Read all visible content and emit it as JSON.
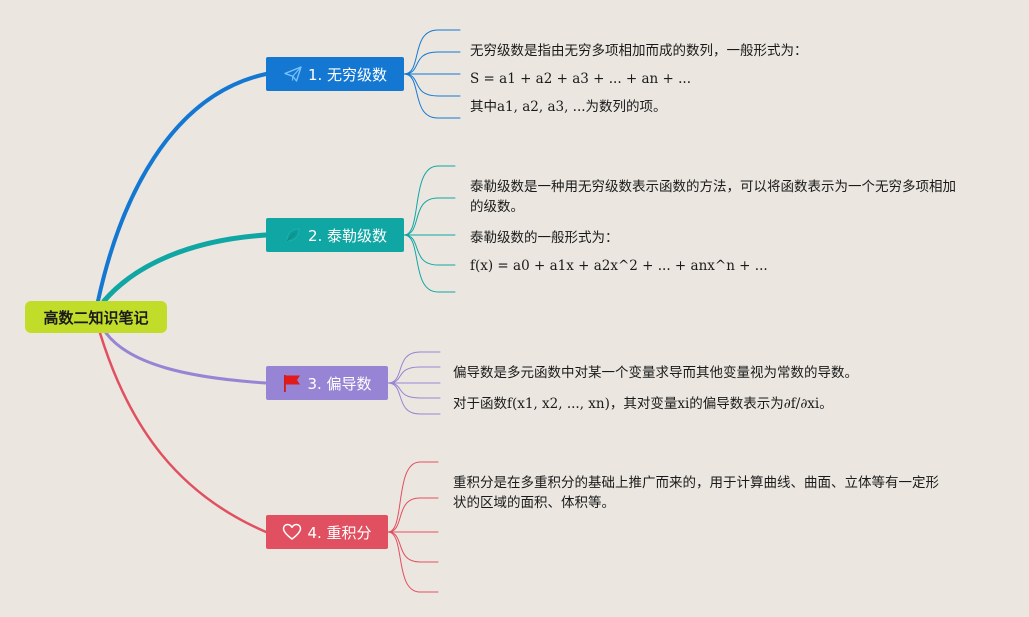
{
  "root": {
    "label": "高数二知识笔记",
    "color": "#c2dc2a"
  },
  "topics": [
    {
      "label": "1. 无穷级数",
      "icon": "paper-plane-icon",
      "color": "#1478d2",
      "notes": [
        "无穷级数是指由无穷多项相加而成的数列，一般形式为：",
        "S = a1 + a2 + a3 + ... + an + ...",
        "其中a1, a2, a3, ...为数列的项。"
      ]
    },
    {
      "label": "2. 泰勒级数",
      "icon": "leaf-icon",
      "color": "#10a6a3",
      "notes": [
        "泰勒级数是一种用无穷级数表示函数的方法，可以将函数表示为一个无穷多项相加的级数。",
        "泰勒级数的一般形式为：",
        "f(x) = a0 + a1x + a2x^2 + ... + anx^n + ..."
      ]
    },
    {
      "label": "3. 偏导数",
      "icon": "red-flag-icon",
      "color": "#9884d4",
      "notes": [
        "偏导数是多元函数中对某一个变量求导而其他变量视为常数的导数。",
        "对于函数f(x1, x2, ..., xn)，其对变量xi的偏导数表示为∂f/∂xi。"
      ]
    },
    {
      "label": "4. 重积分",
      "icon": "heart-icon",
      "color": "#e15060",
      "notes": [
        "重积分是在多重积分的基础上推广而来的，用于计算曲线、曲面、立体等有一定形状的区域的面积、体积等。"
      ]
    }
  ]
}
